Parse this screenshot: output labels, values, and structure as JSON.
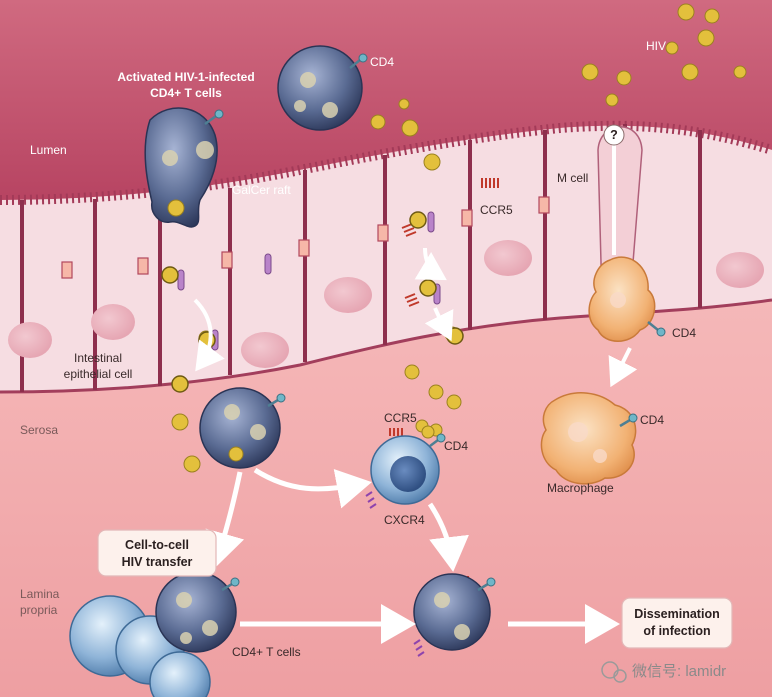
{
  "labels": {
    "activated_line1": "Activated HIV-1-infected",
    "activated_line2": "CD4+ T cells",
    "cd4_top": "CD4",
    "hiv": "HIV",
    "lumen": "Lumen",
    "galcer": "GalCer raft",
    "ccr5_top": "CCR5",
    "m_cell": "M cell",
    "question": "?",
    "cd4_mcell": "CD4",
    "intestinal_line1": "Intestinal",
    "intestinal_line2": "epithelial cell",
    "serosa": "Serosa",
    "ccr5_mid": "CCR5",
    "cd4_mid": "CD4",
    "cxcr4": "CXCR4",
    "cd4_macro": "CD4",
    "macrophage": "Macrophage",
    "transfer_line1": "Cell-to-cell",
    "transfer_line2": "HIV transfer",
    "lamina_line1": "Lamina",
    "lamina_line2": "propria",
    "cd4_tcells": "CD4+ T cells",
    "dissem_line1": "Dissemination",
    "dissem_line2": "of infection",
    "watermark": "微信号: lamidr"
  },
  "colors": {
    "lumen": "#c6556f",
    "epithelium": "#f6dde2",
    "serosa": "#f4b8b8",
    "lamina": "#f0a6a8",
    "virus": "#e7c43a",
    "tcell": "#4d5e86",
    "macrophage": "#f3b070"
  }
}
